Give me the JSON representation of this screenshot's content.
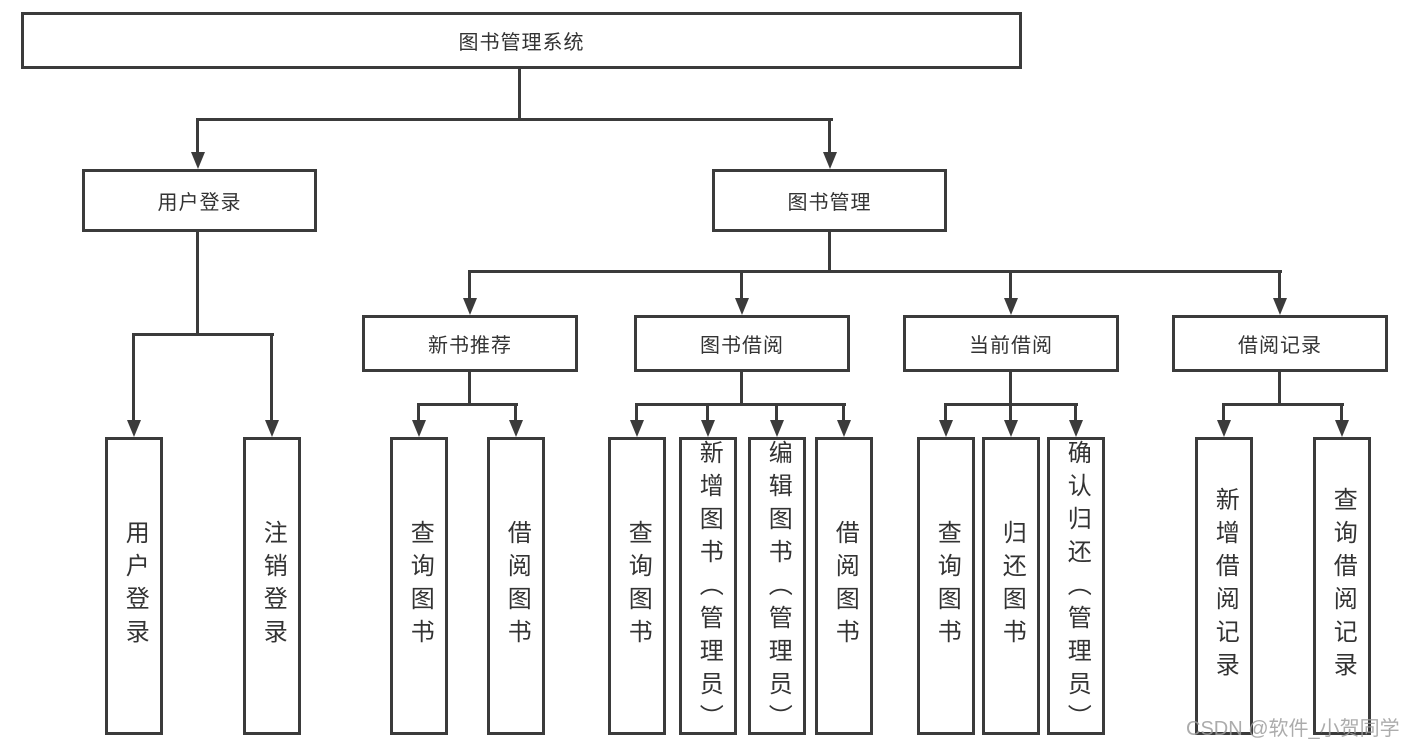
{
  "diagram_title": "图书管理系统",
  "colors": {
    "line": "#3b3b3b",
    "text": "#333333",
    "watermark": "#9e9e9e"
  },
  "tree": {
    "root": {
      "label": "图书管理系统"
    },
    "children": [
      {
        "label": "用户登录",
        "children": [
          {
            "label": "用户登录"
          },
          {
            "label": "注销登录"
          }
        ]
      },
      {
        "label": "图书管理",
        "children": [
          {
            "label": "新书推荐",
            "children": [
              {
                "label": "查询图书"
              },
              {
                "label": "借阅图书"
              }
            ]
          },
          {
            "label": "图书借阅",
            "children": [
              {
                "label": "查询图书"
              },
              {
                "label": "新增图书（管理员）"
              },
              {
                "label": "编辑图书（管理员）"
              },
              {
                "label": "借阅图书"
              }
            ]
          },
          {
            "label": "当前借阅",
            "children": [
              {
                "label": "查询图书"
              },
              {
                "label": "归还图书"
              },
              {
                "label": "确认归还（管理员）"
              }
            ]
          },
          {
            "label": "借阅记录",
            "children": [
              {
                "label": "新增借阅记录"
              },
              {
                "label": "查询借阅记录"
              }
            ]
          }
        ]
      }
    ]
  },
  "watermark": {
    "text": "CSDN @软件_小贺同学"
  }
}
